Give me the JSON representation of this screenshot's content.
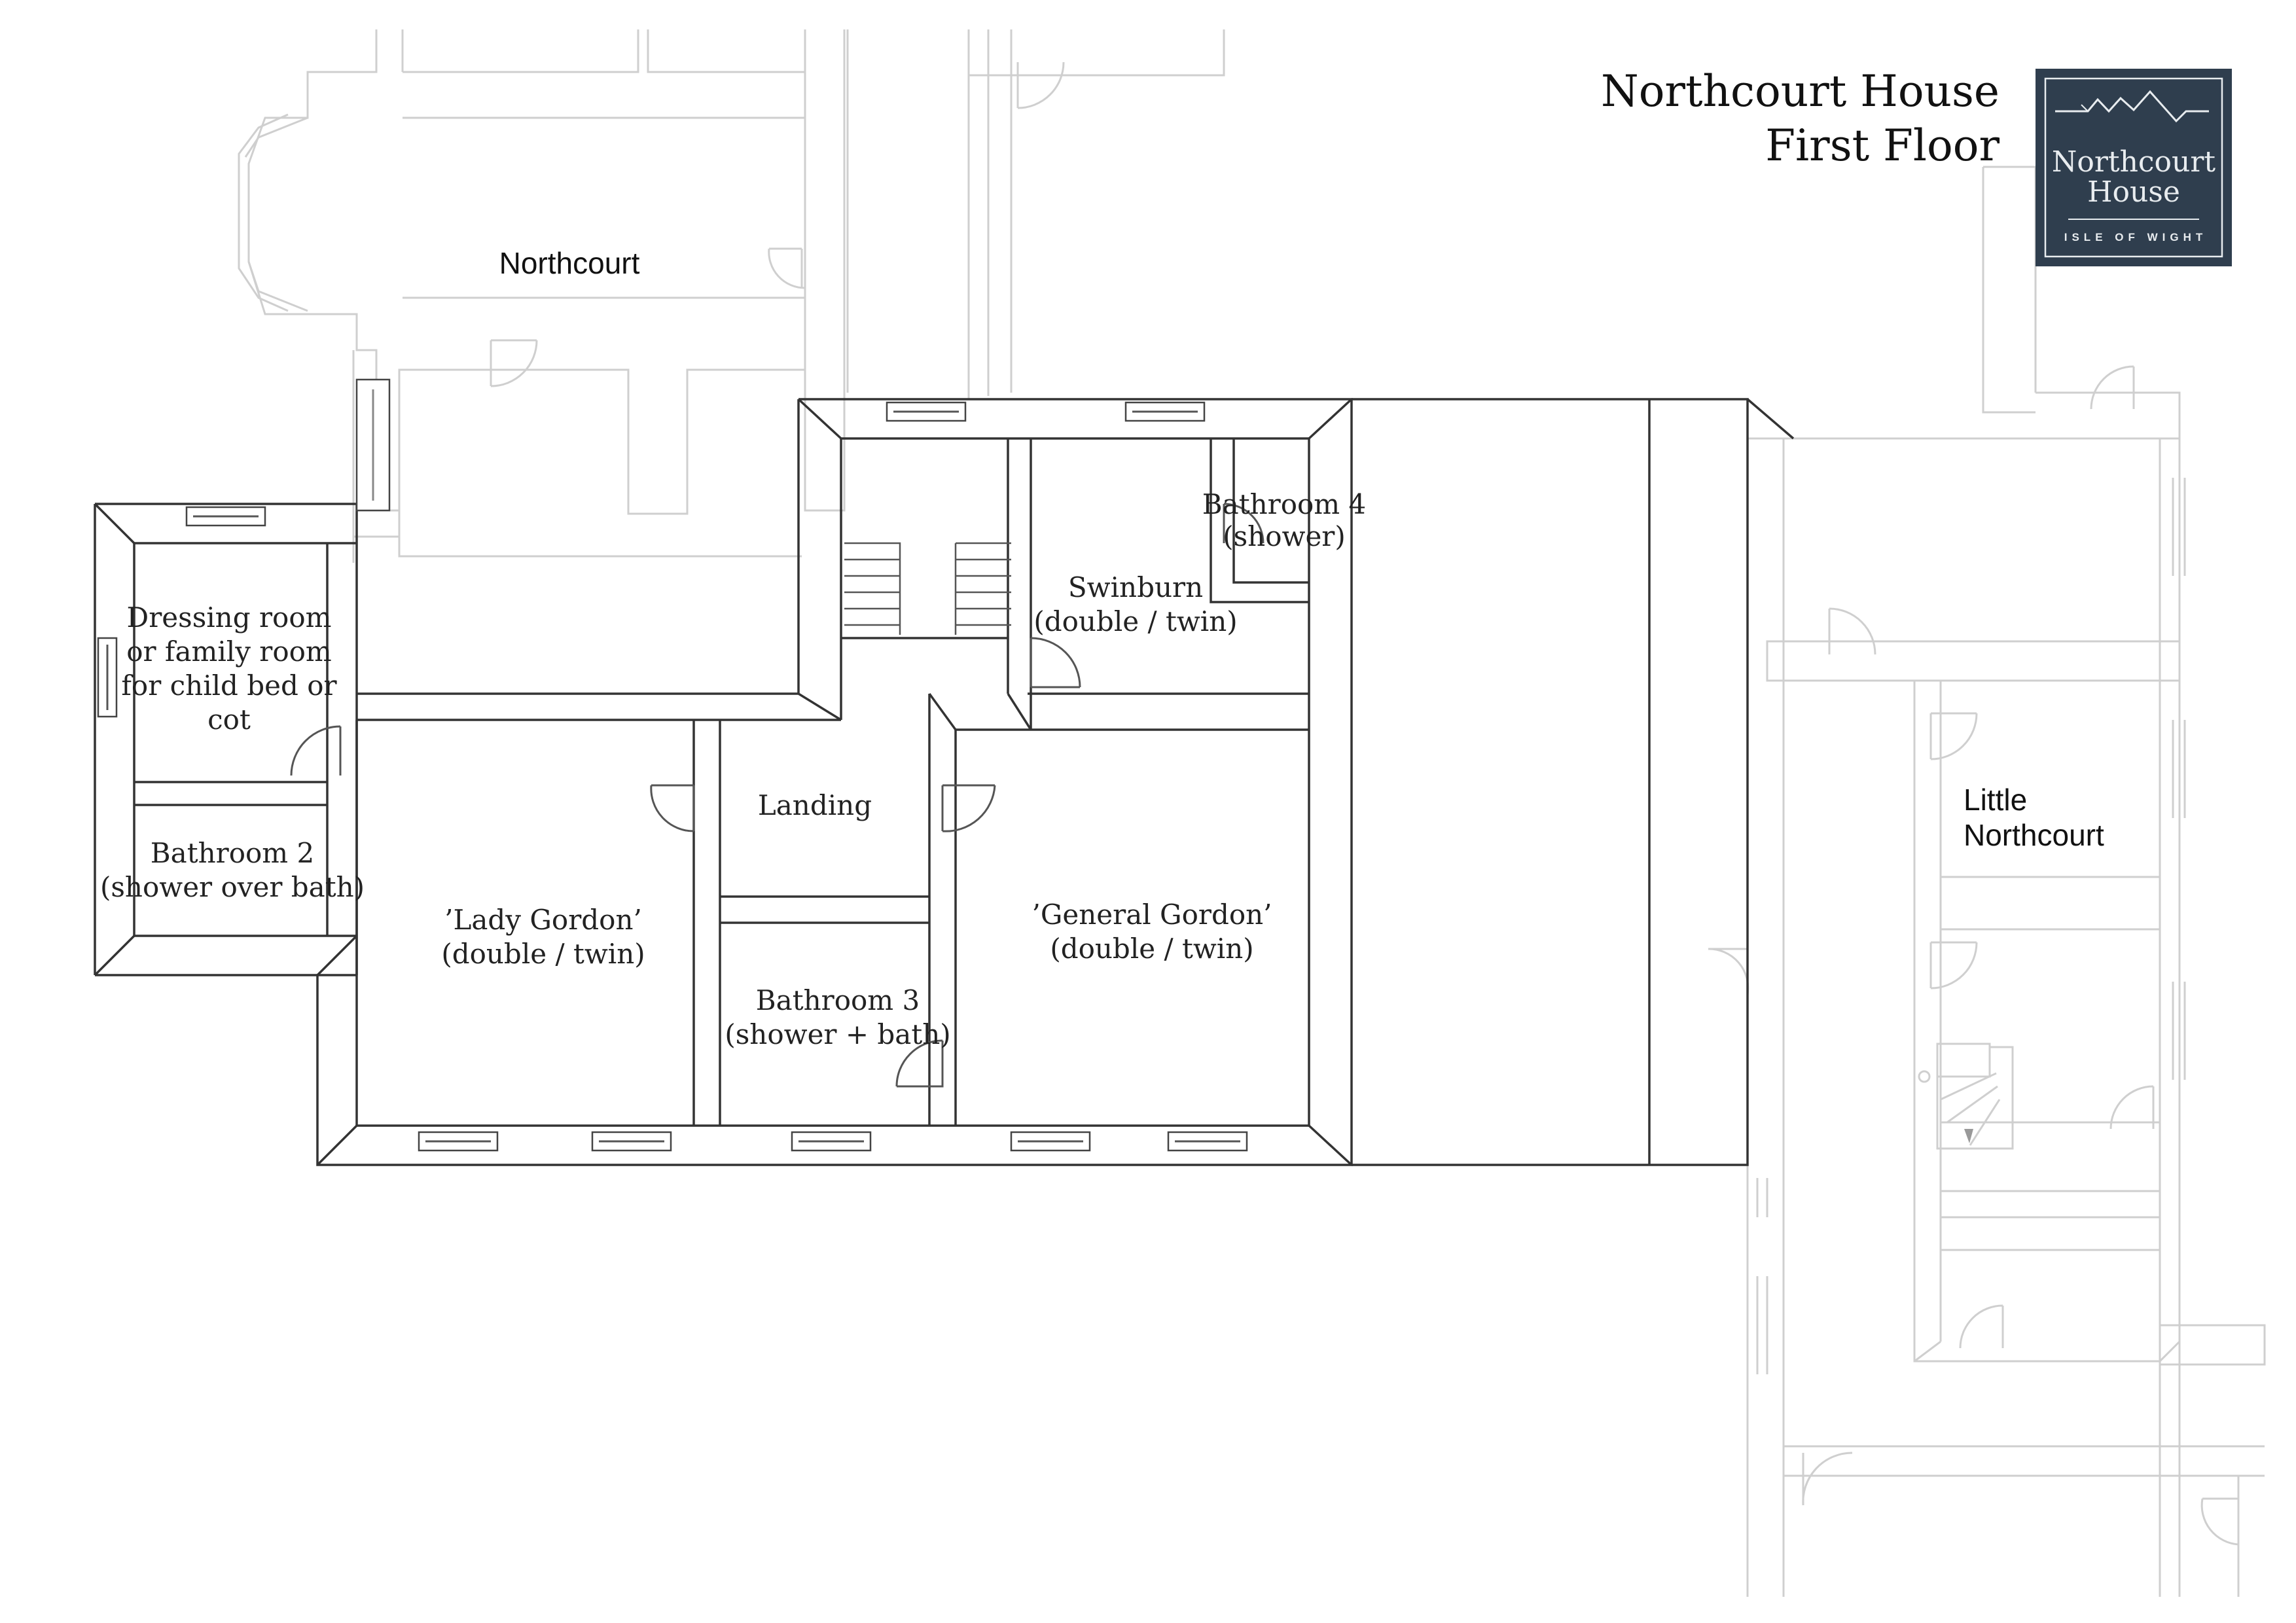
{
  "header": {
    "title_line1": "Northcourt House",
    "title_line2": "First Floor"
  },
  "logo": {
    "line1": "Northcourt",
    "line2": "House",
    "subline": "ISLE OF WIGHT",
    "background_color": "#2f3e4e",
    "text_color": "#e8ecef"
  },
  "rooms": {
    "northcourt": {
      "label": "Northcourt"
    },
    "little_northcourt": {
      "line1": "Little",
      "line2": "Northcourt"
    },
    "dressing_room": {
      "line1": "Dressing room",
      "line2": "or family room",
      "line3": "for child bed or",
      "line4": "cot"
    },
    "bathroom2": {
      "line1": "Bathroom 2",
      "line2": "(shower over bath)"
    },
    "lady_gordon": {
      "line1": "’Lady Gordon’",
      "line2": "(double / twin)"
    },
    "landing": {
      "label": "Landing"
    },
    "bathroom3": {
      "line1": "Bathroom 3",
      "line2": "(shower + bath)"
    },
    "general_gordon": {
      "line1": "’General Gordon’",
      "line2": "(double / twin)"
    },
    "swinburn": {
      "line1": "Swinburn",
      "line2": "(double / twin)"
    },
    "bathroom4": {
      "line1": "Bathroom 4",
      "line2": "(shower)"
    }
  }
}
